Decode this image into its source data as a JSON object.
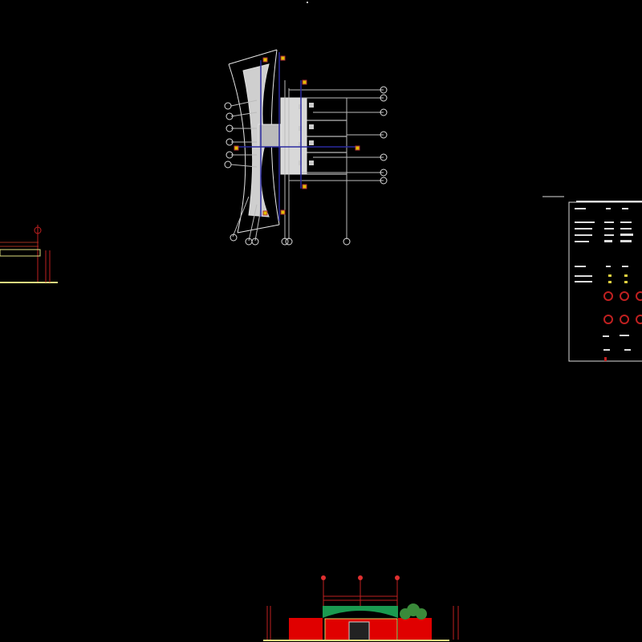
{
  "viewport": {
    "background": "#000000",
    "colors": {
      "lines": "#e6e6e6",
      "grid_axes": "#2a2aa0",
      "dimension": "#b0303a",
      "wall_fill": "#e00000",
      "roof_fill": "#1a9a50",
      "trees": "#3a8a3a",
      "frame": "#e0d060",
      "text_marks": "#f0e080"
    }
  },
  "drawings": {
    "plan": {
      "icon": "floor-plan-drawing"
    },
    "schedule_table": {
      "icon": "schedule-table-drawing"
    },
    "section_fragment": {
      "icon": "section-drawing"
    },
    "elevation": {
      "icon": "elevation-drawing"
    }
  }
}
